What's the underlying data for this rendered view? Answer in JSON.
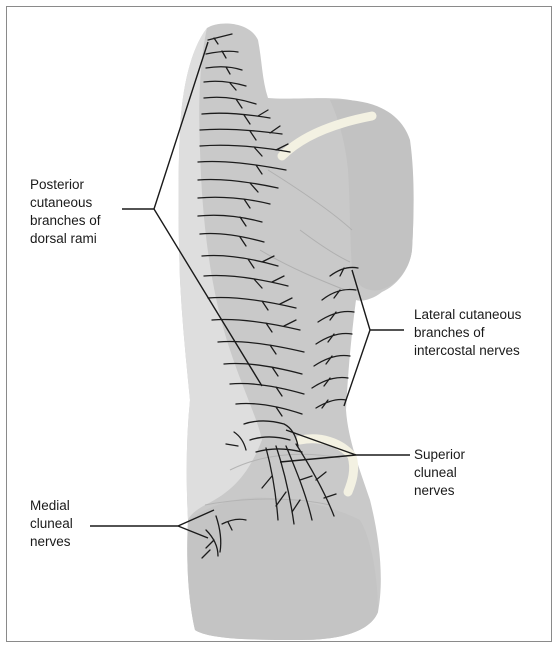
{
  "labels": {
    "posterior": [
      "Posterior",
      "cutaneous",
      "branches of",
      "dorsal rami"
    ],
    "lateral": [
      "Lateral cutaneous",
      "branches of",
      "intercostal nerves"
    ],
    "superior": [
      "Superior",
      "cluneal",
      "nerves"
    ],
    "medial": [
      "Medial",
      "cluneal",
      "nerves"
    ]
  },
  "colors": {
    "body_fill": "#c8c8c8",
    "body_light": "#dcdcdc",
    "nerve": "#1a1a1a",
    "highlight": "#f2f0e0",
    "frame": "#8a8a8a"
  }
}
